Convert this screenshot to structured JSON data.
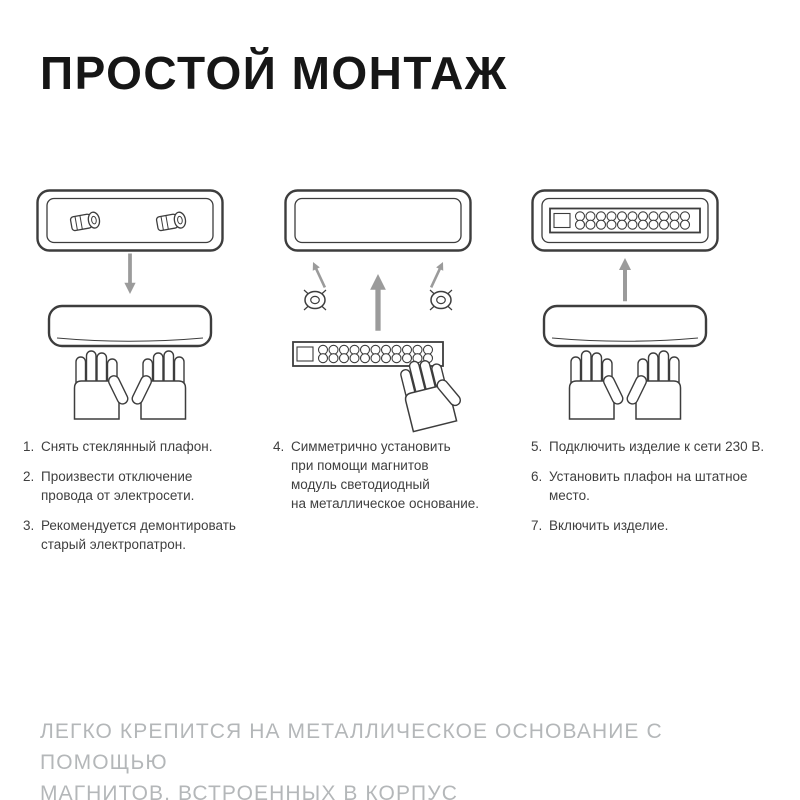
{
  "page": {
    "title": "ПРОСТОЙ МОНТАЖ",
    "footer": "ЛЕГКО КРЕПИТСЯ НА МЕТАЛЛИЧЕСКОЕ ОСНОВАНИЕ С ПОМОЩЬЮ\nМАГНИТОВ, ВСТРОЕННЫХ В КОРПУС"
  },
  "colors": {
    "line": "#3d3d3d",
    "arrow": "#9b9b9b",
    "title_text": "#161616",
    "body_text": "#3f3f3f",
    "footer_text": "#b4b7b9",
    "background": "#ffffff"
  },
  "illustrations": [
    {
      "name": "remove-glass-plafond"
    },
    {
      "name": "install-led-module-with-magnets"
    },
    {
      "name": "reinstall-plafond"
    }
  ],
  "instructions": {
    "columns": [
      {
        "items": [
          {
            "num": "1.",
            "text": "Снять стеклянный плафон."
          },
          {
            "num": "2.",
            "text": "Произвести отключение\nпровода от электросети."
          },
          {
            "num": "3.",
            "text": "Рекомендуется демонтировать\nстарый электропатрон."
          }
        ]
      },
      {
        "items": [
          {
            "num": "4.",
            "text": "Симметрично установить\nпри помощи магнитов\nмодуль светодиодный\nна металлическое основание."
          }
        ]
      },
      {
        "items": [
          {
            "num": "5.",
            "text": "Подключить изделие к сети 230 В."
          },
          {
            "num": "6.",
            "text": "Установить плафон на штатное\nместо."
          },
          {
            "num": "7.",
            "text": "Включить изделие."
          }
        ]
      }
    ]
  }
}
